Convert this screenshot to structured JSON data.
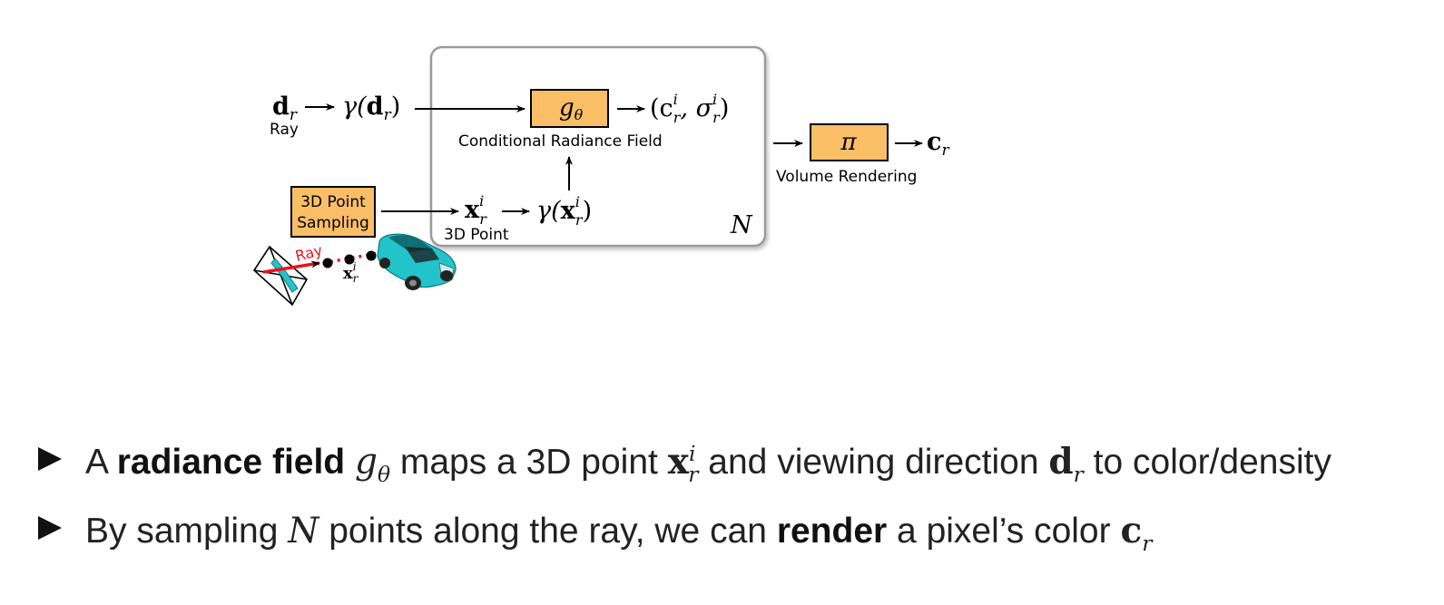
{
  "diagram": {
    "ray_input": "d",
    "ray_input_sub": "r",
    "ray_label": "Ray",
    "encoding_fn": "γ(",
    "encoding_d": "d",
    "encoding_d_sub": "r",
    "encoding_close": ")",
    "field_box_label": "g",
    "field_box_sub": "θ",
    "field_output": "(c",
    "field_output_sup": "i",
    "field_output_sub": "r",
    "field_output_sigma": ", σ",
    "field_output_sigma_sup": "i",
    "field_output_sigma_sub": "r",
    "field_output_close": ")",
    "field_caption": "Conditional Radiance Field",
    "sampling_box_line1": "3D Point",
    "sampling_box_line2": "Sampling",
    "point_symbol": "x",
    "point_sup": "i",
    "point_sub": "r",
    "point_label": "3D Point",
    "point_encoding_open": "γ(",
    "point_encoding_close": ")",
    "repeat_count": "N",
    "render_box_label": "π",
    "render_caption": "Volume Rendering",
    "render_output": "c",
    "render_output_sub": "r",
    "illustration_ray_label": "Ray",
    "illustration_point": "x",
    "illustration_point_sup": "i",
    "illustration_point_sub": "r",
    "colors": {
      "box_fill": "#F9BE66",
      "container_border": "#9A9A9A",
      "ray_red": "#E8141B",
      "car_teal": "#22C3C9"
    },
    "icons": [
      "camera-icon",
      "car-icon",
      "arrow-icon"
    ]
  },
  "bullets": [
    {
      "pre": "A ",
      "bold": "radiance field",
      "math1": "g",
      "math1_sub": "θ",
      "mid1": " maps a 3D point ",
      "math2": "x",
      "math2_sup": "i",
      "math2_sub": "r",
      "mid2": " and viewing direction ",
      "math3": "d",
      "math3_sub": "r",
      "post": " to color/density"
    },
    {
      "pre": "By sampling ",
      "math1": "N",
      "mid1": " points along the ray, we can ",
      "bold": "render",
      "mid2": " a pixel’s color ",
      "math2": "c",
      "math2_sub": "r"
    }
  ]
}
